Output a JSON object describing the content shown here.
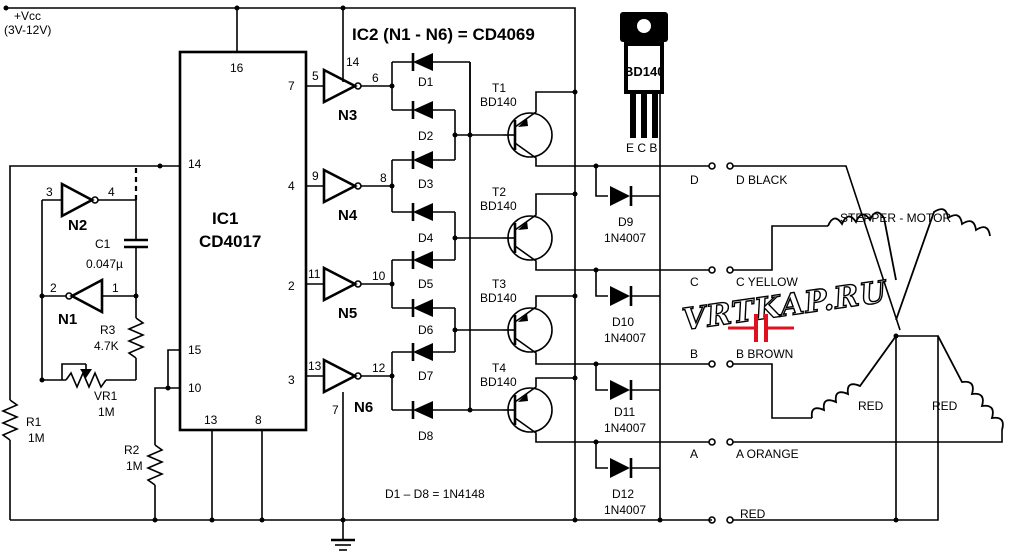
{
  "supply": {
    "vcc": "+Vcc",
    "range": "(3V-12V)"
  },
  "title": "IC2 (N1 - N6) = CD4069",
  "ic1": {
    "name": "IC1",
    "part": "CD4017",
    "pins": [
      "16",
      "7",
      "4",
      "2",
      "3",
      "14",
      "15",
      "10",
      "13",
      "8"
    ]
  },
  "gates": {
    "n1": "N1",
    "n2": "N2",
    "n3": "N3",
    "n4": "N4",
    "n5": "N5",
    "n6": "N6"
  },
  "gate_pins": [
    "3",
    "4",
    "2",
    "1",
    "5",
    "6",
    "14",
    "9",
    "8",
    "11",
    "10",
    "13",
    "12",
    "7"
  ],
  "components": {
    "c1": "C1",
    "c1_val": "0.047µ",
    "r3": "R3",
    "r3_val": "4.7K",
    "vr1": "VR1",
    "vr1_val": "1M",
    "r1": "R1",
    "r1_val": "1M",
    "r2": "R2",
    "r2_val": "1M"
  },
  "diodes": [
    "D1",
    "D2",
    "D3",
    "D4",
    "D5",
    "D6",
    "D7",
    "D8"
  ],
  "diodes_note": "D1 – D8 = 1N4148",
  "transistors": [
    {
      "name": "T1",
      "part": "BD140"
    },
    {
      "name": "T2",
      "part": "BD140"
    },
    {
      "name": "T3",
      "part": "BD140"
    },
    {
      "name": "T4",
      "part": "BD140"
    }
  ],
  "clamp_diodes": [
    {
      "name": "D9",
      "part": "1N4007"
    },
    {
      "name": "D10",
      "part": "1N4007"
    },
    {
      "name": "D11",
      "part": "1N4007"
    },
    {
      "name": "D12",
      "part": "1N4007"
    }
  ],
  "package": {
    "label": "BD140",
    "pins": "E C B"
  },
  "outputs": [
    {
      "tag": "D",
      "wire": "D  BLACK"
    },
    {
      "tag": "C",
      "wire": "C  YELLOW"
    },
    {
      "tag": "B",
      "wire": "B  BROWN"
    },
    {
      "tag": "A",
      "wire": "A  ORANGE"
    }
  ],
  "common_wire": "RED",
  "motor": {
    "label": "STEPPER - MOTOR",
    "red_left": "RED",
    "red_right": "RED"
  },
  "watermark": "VRTKAP.RU",
  "colors": {
    "ink": "#000000",
    "paper": "#ffffff",
    "watermark_capacitor": "#e0101e"
  }
}
